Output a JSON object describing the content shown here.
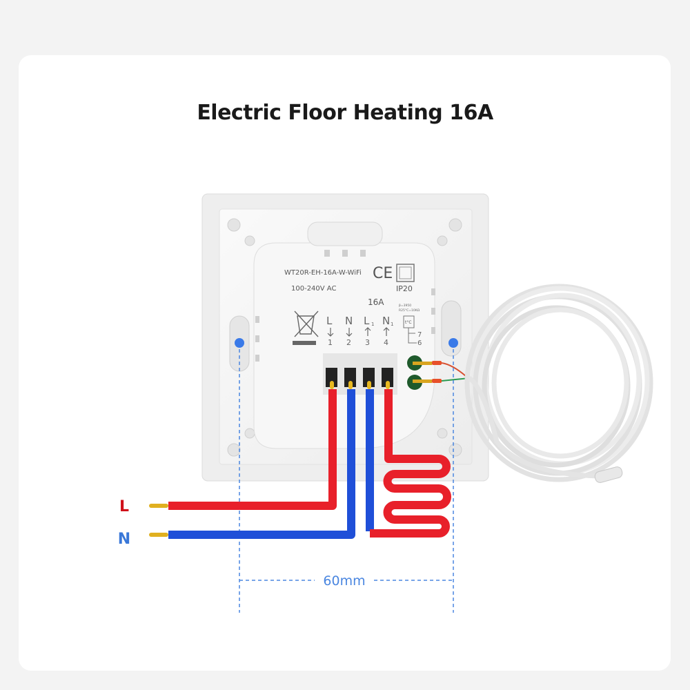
{
  "title": "Electric Floor Heating 16A",
  "device": {
    "model": "WT20R-EH-16A-W-WiFi",
    "voltage": "100-240V AC",
    "ce_mark": "CE",
    "ip_rating": "IP20",
    "current": "16A",
    "sensor_spec_1": "β=3950",
    "sensor_spec_2": "R25°C=10KΩ",
    "sensor_label": "t°C",
    "terminals": [
      {
        "label": "L",
        "sub": "",
        "num": "1",
        "arrow": "down"
      },
      {
        "label": "N",
        "sub": "",
        "num": "2",
        "arrow": "down"
      },
      {
        "label": "L",
        "sub": "1",
        "num": "3",
        "arrow": "up"
      },
      {
        "label": "N",
        "sub": "1",
        "num": "4",
        "arrow": "up"
      }
    ],
    "sensor_terminals": [
      "7",
      "6"
    ]
  },
  "wires": {
    "live_label": "L",
    "neutral_label": "N",
    "live_color": "#e8202a",
    "neutral_color": "#1f4fd8",
    "label_live_color": "#d0101a",
    "label_neutral_color": "#3a78d8"
  },
  "dimension": {
    "label": "60mm",
    "color": "#4a86e0"
  }
}
